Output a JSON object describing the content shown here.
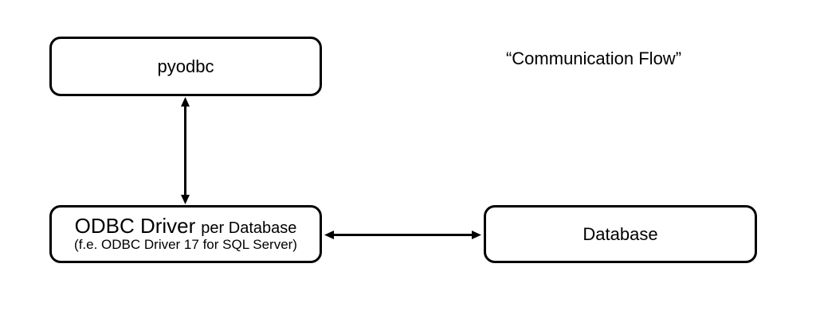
{
  "diagram": {
    "title": "“Communication Flow”",
    "background_color": "#ffffff",
    "stroke_color": "#000000",
    "text_color": "#000000",
    "nodes": {
      "pyodbc": {
        "label": "pyodbc"
      },
      "odbc_driver": {
        "title": "ODBC Driver",
        "subtitle": "per Database",
        "detail": "(f.e. ODBC Driver 17 for SQL Server)"
      },
      "database": {
        "label": "Database"
      }
    },
    "connections": [
      {
        "from": "pyodbc",
        "to": "odbc_driver",
        "style": "double-headed-arrow",
        "orientation": "vertical"
      },
      {
        "from": "odbc_driver",
        "to": "database",
        "style": "double-headed-arrow",
        "orientation": "horizontal"
      }
    ]
  }
}
